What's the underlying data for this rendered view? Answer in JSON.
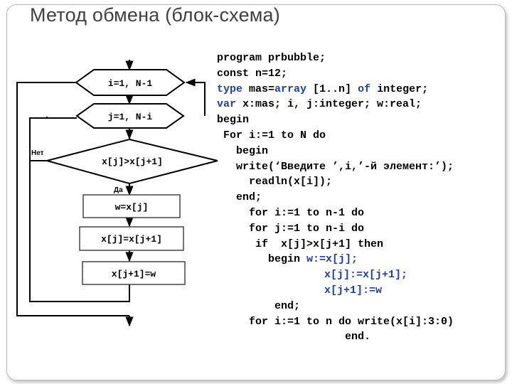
{
  "title": "Метод обмена (блок-схема)",
  "flowchart": {
    "loop_i": "i=1, N-1",
    "loop_j": "j=1, N-i",
    "condition": "x[j]>x[j+1]",
    "label_no": "Нет",
    "label_yes": "Да",
    "step1": "w=x[j]",
    "step2": "x[j]=x[j+1]",
    "step3": "x[j+1]=w"
  },
  "code": {
    "l1": "program prbubble;",
    "l2": "const n=12;",
    "l3_kw1": "type",
    "l3_a": " mas=",
    "l3_kw2": "array",
    "l3_b": " [1..n] ",
    "l3_kw3": "of",
    "l3_c": " integer;",
    "l4_kw": "var",
    "l4_rest": " x:mas; i, j:integer; w:real;",
    "l5": "begin",
    "l6": " For i:=1 to N do",
    "l7": "   begin",
    "l8": "   write(‘Введите ’,i,’-й элемент:’);",
    "l9": "     readln(x[i]);",
    "l10": "   end;",
    "l11": "     for i:=1 to n-1 do",
    "l12": "     for j:=1 to n-i do",
    "l13": "      if  x[j]>x[j+1] then",
    "l14_a": "        begin ",
    "l14_hl": "w:=x[j];",
    "l15": "x[j]:=x[j+1];",
    "l16": "x[j+1]:=w",
    "l17": "         end;",
    "l18": "     for i:=1 to n do write(x[i]:3:0)",
    "l19": "                    end."
  }
}
